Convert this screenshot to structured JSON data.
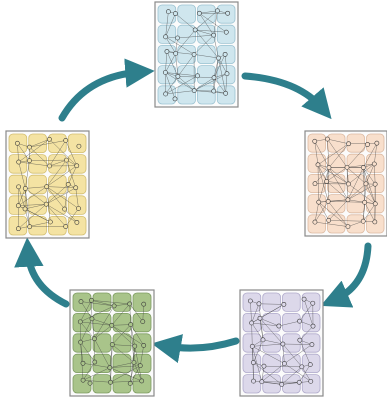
{
  "diagram": {
    "kind": "cycle",
    "arrow_color": "#2e7f8c",
    "panel_border_color": "#8a8a8a",
    "panels": [
      {
        "id": "top",
        "fill": "#cfe6ee",
        "stroke": "#9cc3d2"
      },
      {
        "id": "right",
        "fill": "#f8dfcc",
        "stroke": "#dcbaa2"
      },
      {
        "id": "bottom-right",
        "fill": "#dcd8ea",
        "stroke": "#b0aacb"
      },
      {
        "id": "bottom-left",
        "fill": "#a9c48a",
        "stroke": "#7e9c62"
      },
      {
        "id": "left",
        "fill": "#f4e3a3",
        "stroke": "#d3bf72"
      }
    ],
    "grid": {
      "columns": 4,
      "rows": 5
    },
    "network_line_color": "#3b3b3b"
  }
}
